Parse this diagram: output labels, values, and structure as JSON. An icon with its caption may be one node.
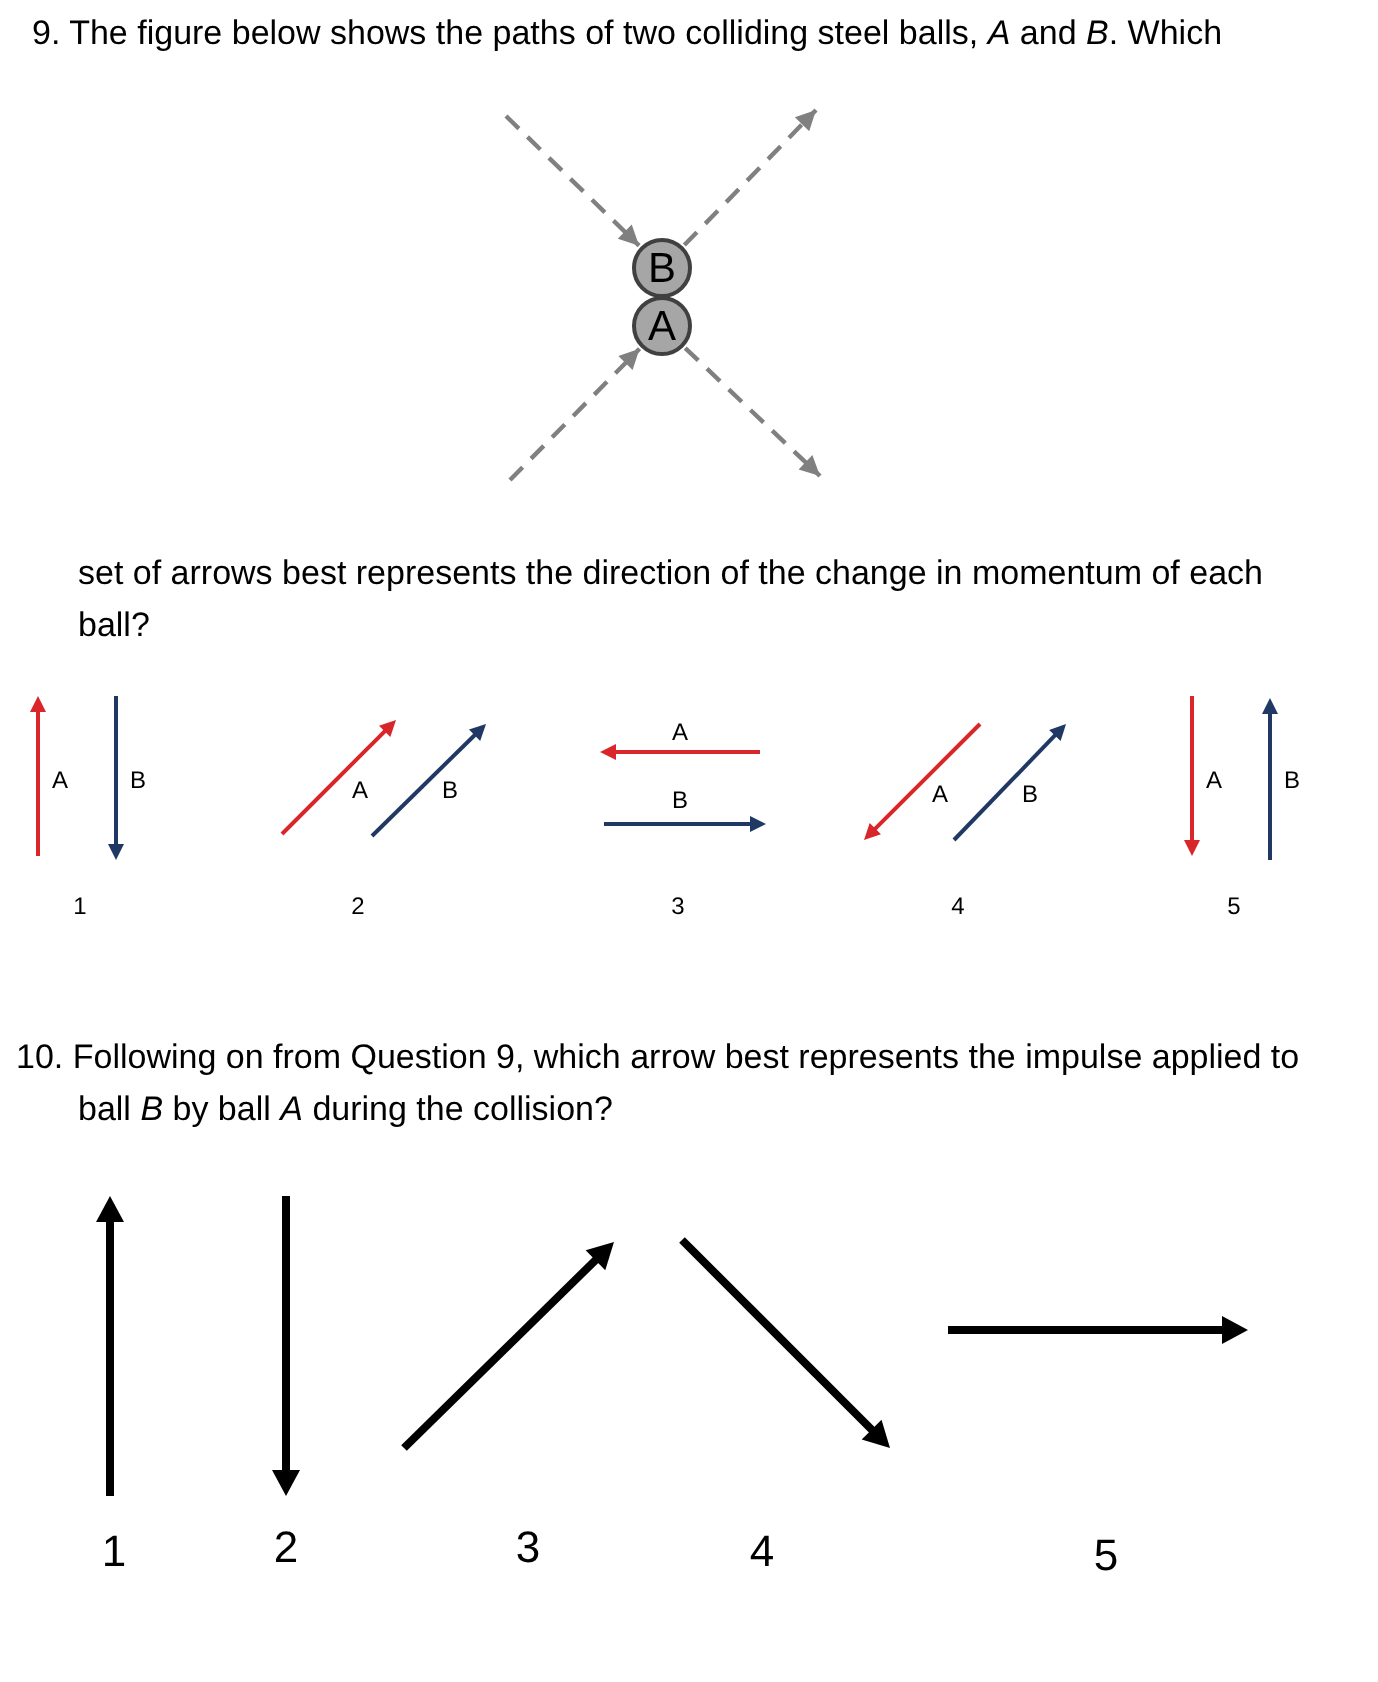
{
  "diagram": {
    "nodes": [
      {
        "text": [
          "B"
        ]
      },
      {
        "text": [
          "A"
        ]
      }
    ],
    "edges": [
      {
        "from": null,
        "to": 0,
        "arrow": "to",
        "style": "dashed"
      },
      {
        "from": 0,
        "to": null,
        "arrow": "to",
        "style": "dashed"
      },
      {
        "from": null,
        "to": 1,
        "arrow": "to",
        "style": "dashed"
      },
      {
        "from": 1,
        "to": null,
        "arrow": "to",
        "style": "dashed"
      }
    ],
    "labels": [
      "9. The figure below shows the paths of two colliding steel balls, *A* and *B*. Which",
      "set of arrows best represents the direction of the change in momentum of each ball?",
      "A",
      "A",
      "B",
      "A",
      "B",
      "B",
      "A",
      "B",
      "A",
      "B",
      "1",
      "2",
      "3",
      "4",
      "5",
      "10. Following on from Question 9, which arrow best represents the impulse applied to ball *B* by ball *A* during the collision?",
      "1",
      "2",
      "3",
      "4",
      "5"
    ]
  }
}
